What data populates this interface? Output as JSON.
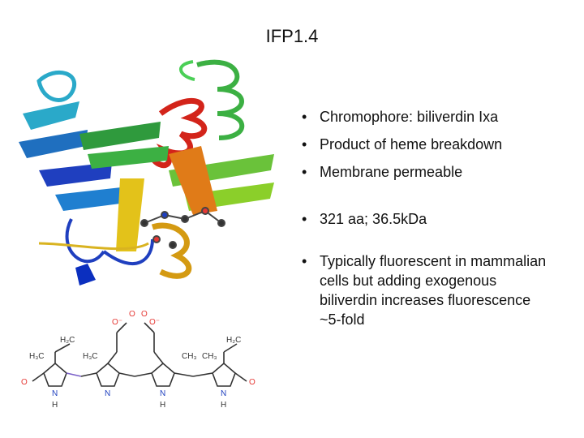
{
  "slide": {
    "title": "IFP1.4"
  },
  "bullets": {
    "group1": [
      "Chromophore: biliverdin Ixa",
      "Product of heme breakdown",
      "Membrane permeable"
    ],
    "group2": [
      "321 aa; 36.5kDa"
    ],
    "group3": [
      "Typically fluorescent in mammalian cells but adding exogenous biliverdin increases fluorescence ~5-fold"
    ]
  },
  "figure": {
    "structure_atoms": {
      "carboxylate_1": "O",
      "carboxylate_2": "O",
      "carboxylate_minus_1": "O⁻",
      "carboxylate_minus_2": "O⁻",
      "o_left": "O",
      "o_right": "O",
      "h2c_left": "H₂C",
      "h2c_right": "H₂C",
      "h3c_1": "H₃C",
      "h3c_2": "H₃C",
      "ch3_1": "CH₃",
      "ch3_2": "CH₃",
      "n1": "N",
      "n2": "N",
      "n3": "N",
      "n4": "N",
      "h1": "H",
      "h2": "H",
      "h3": "H"
    },
    "colors": {
      "ribbon_blue": "#1f3fbf",
      "ribbon_cyan": "#2aa9c9",
      "ribbon_green": "#3cb043",
      "ribbon_yellow": "#e3c21a",
      "ribbon_orange": "#e07b18",
      "ribbon_red": "#d3241a",
      "ligand": "#333333",
      "structure_line": "#333333",
      "atom_red": "#e53935",
      "atom_blue": "#1e3fbf",
      "c_bond_accent": "#7b61c9"
    }
  }
}
